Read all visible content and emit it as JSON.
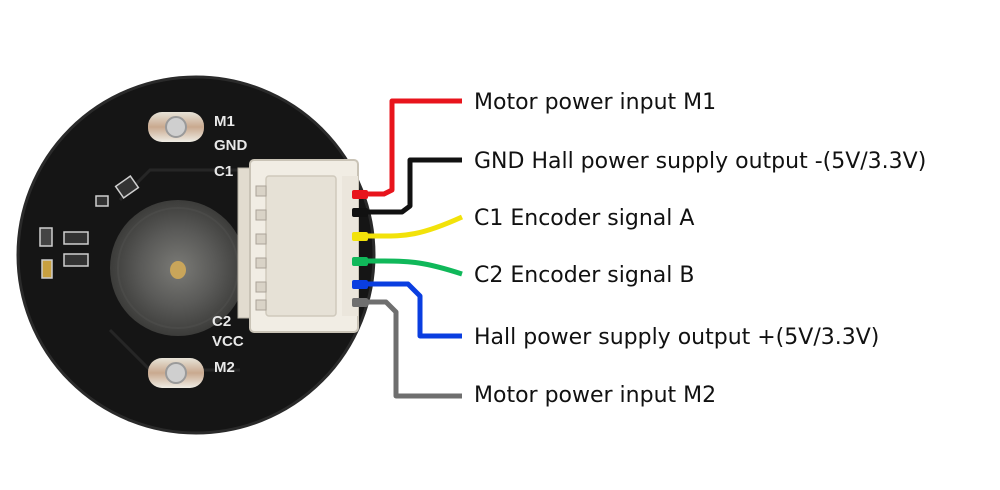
{
  "board": {
    "pin_labels": [
      "M1",
      "GND",
      "C1",
      "C2",
      "VCC",
      "M2"
    ]
  },
  "wires": [
    {
      "label": "Motor power input M1",
      "color": "#e8141c"
    },
    {
      "label": "GND Hall power supply output -(5V/3.3V)",
      "color": "#111111"
    },
    {
      "label": "C1 Encoder signal A",
      "color": "#f2e20a"
    },
    {
      "label": "C2 Encoder signal B",
      "color": "#10b85a"
    },
    {
      "label": "Hall power supply output +(5V/3.3V)",
      "color": "#0a3ee0"
    },
    {
      "label": "Motor power input M2",
      "color": "#6f6f6f"
    }
  ],
  "colors": {
    "board": "#151515",
    "connector": "#f1ede4",
    "magnet": "#5a5a58"
  }
}
